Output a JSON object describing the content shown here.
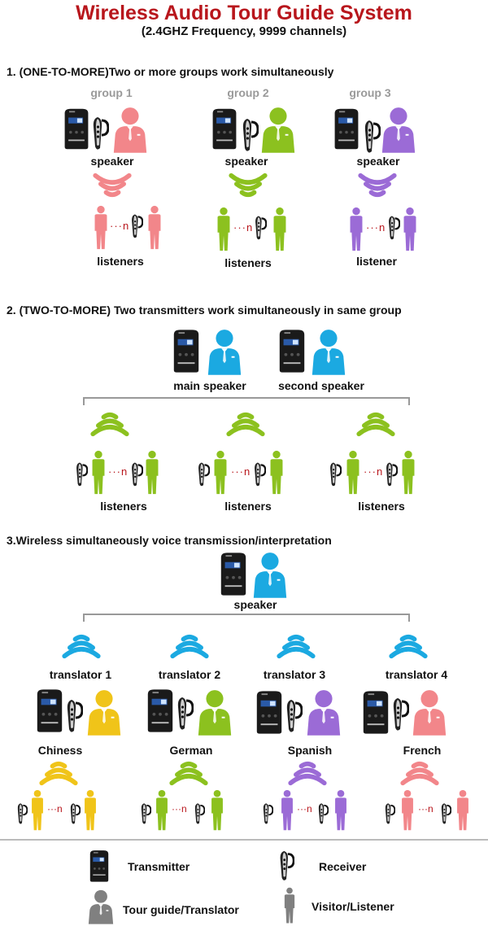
{
  "header": {
    "title": "Wireless Audio Tour Guide System",
    "subtitle": "(2.4GHZ Frequency, 9999 channels)"
  },
  "colors": {
    "title_red": "#b8161c",
    "pink": "#f2868a",
    "green": "#8cc11f",
    "purple": "#9b6bd6",
    "blue": "#1ba9e1",
    "yellow": "#f0c419",
    "gray": "#808080",
    "device_black": "#1a1a1a"
  },
  "section1": {
    "heading": "1. (ONE-TO-MORE)Two or more groups work simultaneously",
    "groups": [
      {
        "label": "group 1",
        "speaker": "speaker",
        "listeners": "listeners",
        "color": "pink"
      },
      {
        "label": "group 2",
        "speaker": "speaker",
        "listeners": "listeners",
        "color": "green"
      },
      {
        "label": "group 3",
        "speaker": "speaker",
        "listeners": "listener",
        "color": "purple"
      }
    ],
    "n_label": "n"
  },
  "section2": {
    "heading": "2. (TWO-TO-MORE) Two transmitters work simultaneously in same group",
    "speakers": [
      "main speaker",
      "second speaker"
    ],
    "listeners": [
      "listeners",
      "listeners",
      "listeners"
    ],
    "n_label": "n"
  },
  "section3": {
    "heading": "3.Wireless simultaneously voice transmission/interpretation",
    "speaker": "speaker",
    "translators": [
      {
        "label": "translator 1",
        "language": "Chiness",
        "color": "yellow"
      },
      {
        "label": "translator 2",
        "language": "German",
        "color": "green"
      },
      {
        "label": "translator 3",
        "language": "Spanish",
        "color": "purple"
      },
      {
        "label": "translator 4",
        "language": "French",
        "color": "pink"
      }
    ],
    "n_label": "n"
  },
  "legend": {
    "transmitter": "Transmitter",
    "receiver": "Receiver",
    "guide": "Tour guide/Translator",
    "visitor": "Visitor/Listener"
  }
}
